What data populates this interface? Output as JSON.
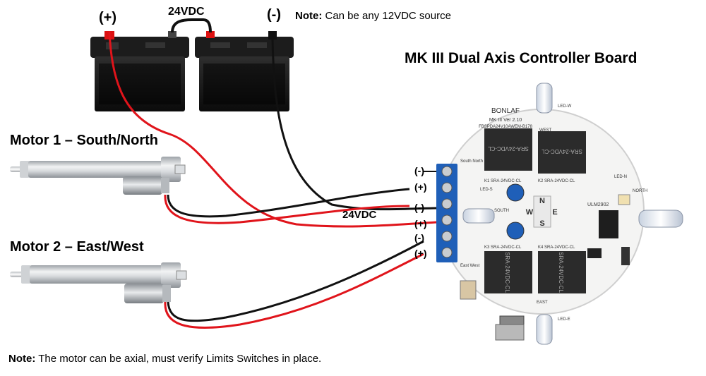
{
  "top": {
    "plus_label": "(+)",
    "minus_label": "(-)",
    "voltage_label": "24VDC",
    "note_prefix": "Note:",
    "note_text": " Can be any 12VDC source"
  },
  "board": {
    "title": "MK III Dual Axis Controller Board",
    "brand": "BONLAF",
    "version": "MK III Ver 2.10",
    "part_no": "FBSPDA24V10AWEM-B178",
    "terminals": [
      "(-)",
      "(+)",
      "(-)",
      "(+)",
      "(-)",
      "(+)"
    ],
    "relay_labels": [
      "K1 SRA-24VDC-CL",
      "K2 SRA-24VDC-CL",
      "K3 SRA-24VDC-CL",
      "K4 SRA-24VDC-CL"
    ],
    "relay_face": "SRA-24VDC-CL",
    "ic_label": "ULM2902",
    "sensor_labels": [
      "LED-W",
      "LED-S",
      "LED-N",
      "LED-E"
    ],
    "compass": {
      "W": "W",
      "E": "E",
      "N": "N",
      "S": "S"
    },
    "side_labels": [
      "South North",
      "East West",
      "WEST",
      "EAST",
      "SOUTH",
      "NORTH"
    ]
  },
  "motors": [
    {
      "title": "Motor 1 – South/North"
    },
    {
      "title": "Motor 2 – East/West"
    }
  ],
  "wiring": {
    "mid_voltage_label": "24VDC",
    "wire_colors": {
      "positive": "#e0141b",
      "negative": "#111111"
    }
  },
  "footer": {
    "note_prefix": "Note:",
    "note_text": " The motor can be axial, must verify Limits Switches in place."
  }
}
